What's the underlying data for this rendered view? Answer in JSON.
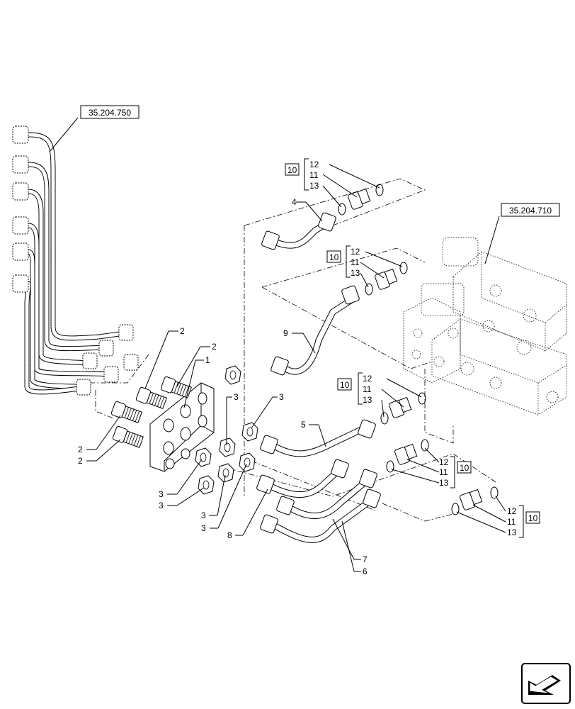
{
  "references": {
    "ref_upper_left": "35.204.750",
    "ref_upper_right": "35.204.710"
  },
  "callouts": {
    "c1": "1",
    "c2": "2",
    "c3": "3",
    "c4": "4",
    "c5": "5",
    "c6": "6",
    "c7": "7",
    "c8": "8",
    "c9": "9",
    "c10": "10",
    "c11": "11",
    "c12": "12",
    "c13": "13"
  },
  "nav_icon": "arrow-icon"
}
